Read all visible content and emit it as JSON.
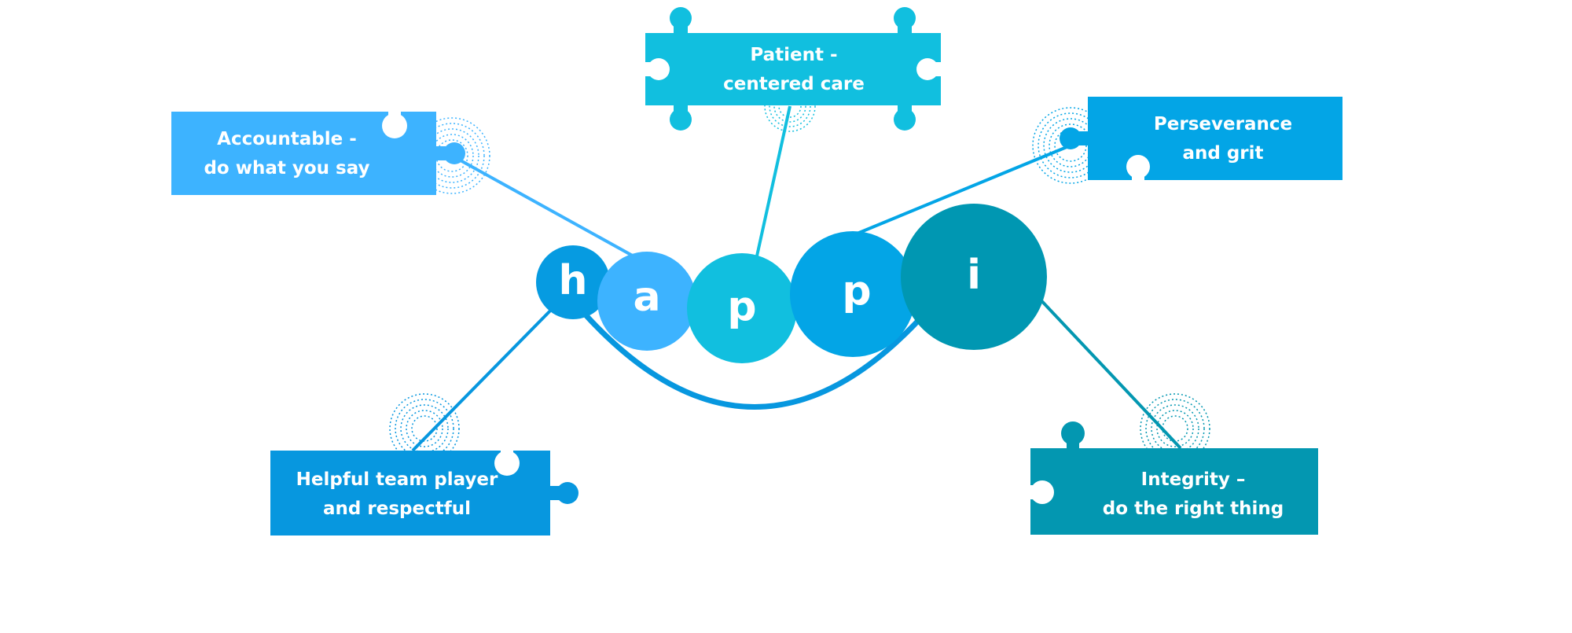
{
  "diagram": {
    "word": [
      "h",
      "a",
      "p",
      "p",
      "i"
    ],
    "values": [
      {
        "id": "accountable",
        "lines": [
          "Accountable -",
          "do what you say"
        ],
        "color": "#3DB3FF"
      },
      {
        "id": "patient-centered",
        "lines": [
          "Patient -",
          "centered care"
        ],
        "color": "#11BFDF"
      },
      {
        "id": "perseverance",
        "lines": [
          "Perseverance",
          "and grit"
        ],
        "color": "#03A5E6"
      },
      {
        "id": "helpful",
        "lines": [
          "Helpful team player",
          "and respectful"
        ],
        "color": "#0797DF"
      },
      {
        "id": "integrity",
        "lines": [
          "Integrity –",
          "do the right thing"
        ],
        "color": "#0397B1"
      }
    ],
    "letter_colors": [
      "#069BE1",
      "#3DB3FF",
      "#11BFDF",
      "#03A5E6",
      "#0097B2"
    ],
    "arc_color": "#0797DF"
  }
}
